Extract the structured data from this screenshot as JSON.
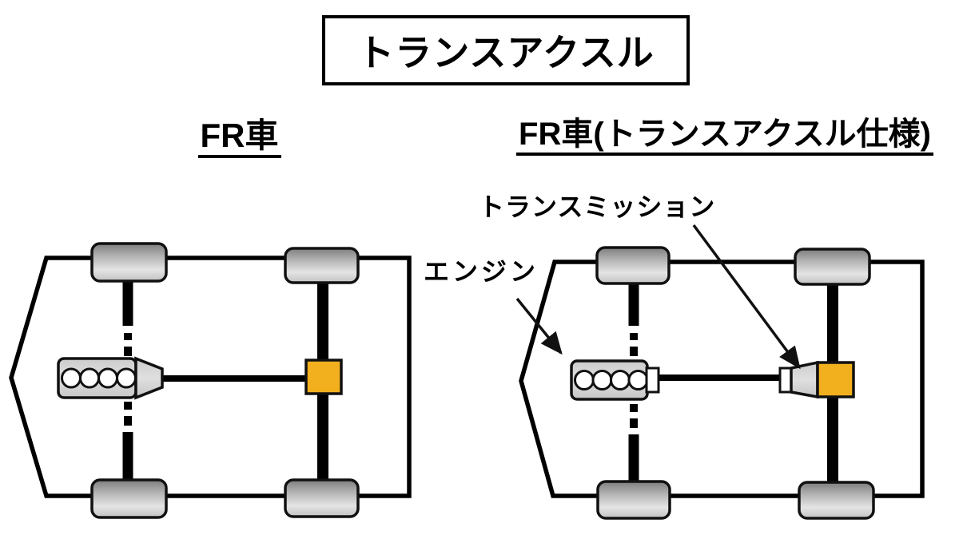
{
  "title": "トランスアクスル",
  "diagrams": {
    "left": {
      "heading": "FR車"
    },
    "right": {
      "heading": "FR車(トランスアクスル仕様)"
    }
  },
  "callouts": {
    "transmission": "トランスミッション",
    "engine": "エンジン"
  },
  "colors": {
    "differential": "#F2B01E",
    "line": "#000000",
    "part_fill": "#d6d6d6"
  }
}
